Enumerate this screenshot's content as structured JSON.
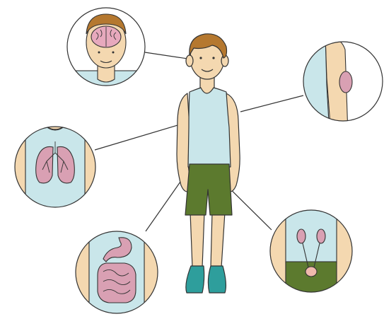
{
  "diagram": {
    "subject": "boy-figure",
    "callouts": [
      {
        "id": "brain",
        "icon": "brain-icon"
      },
      {
        "id": "arm-muscle",
        "icon": "muscle-icon"
      },
      {
        "id": "lungs",
        "icon": "lungs-icon"
      },
      {
        "id": "digestive",
        "icon": "intestines-icon"
      },
      {
        "id": "urinary",
        "icon": "kidneys-icon"
      }
    ],
    "colors": {
      "skin": "#f4d8b0",
      "hair": "#b5782f",
      "shirt": "#c9e6ea",
      "shorts": "#5c7a2e",
      "shoes": "#2e9e9c",
      "organ": "#d9a0b3",
      "line": "#333333"
    }
  }
}
